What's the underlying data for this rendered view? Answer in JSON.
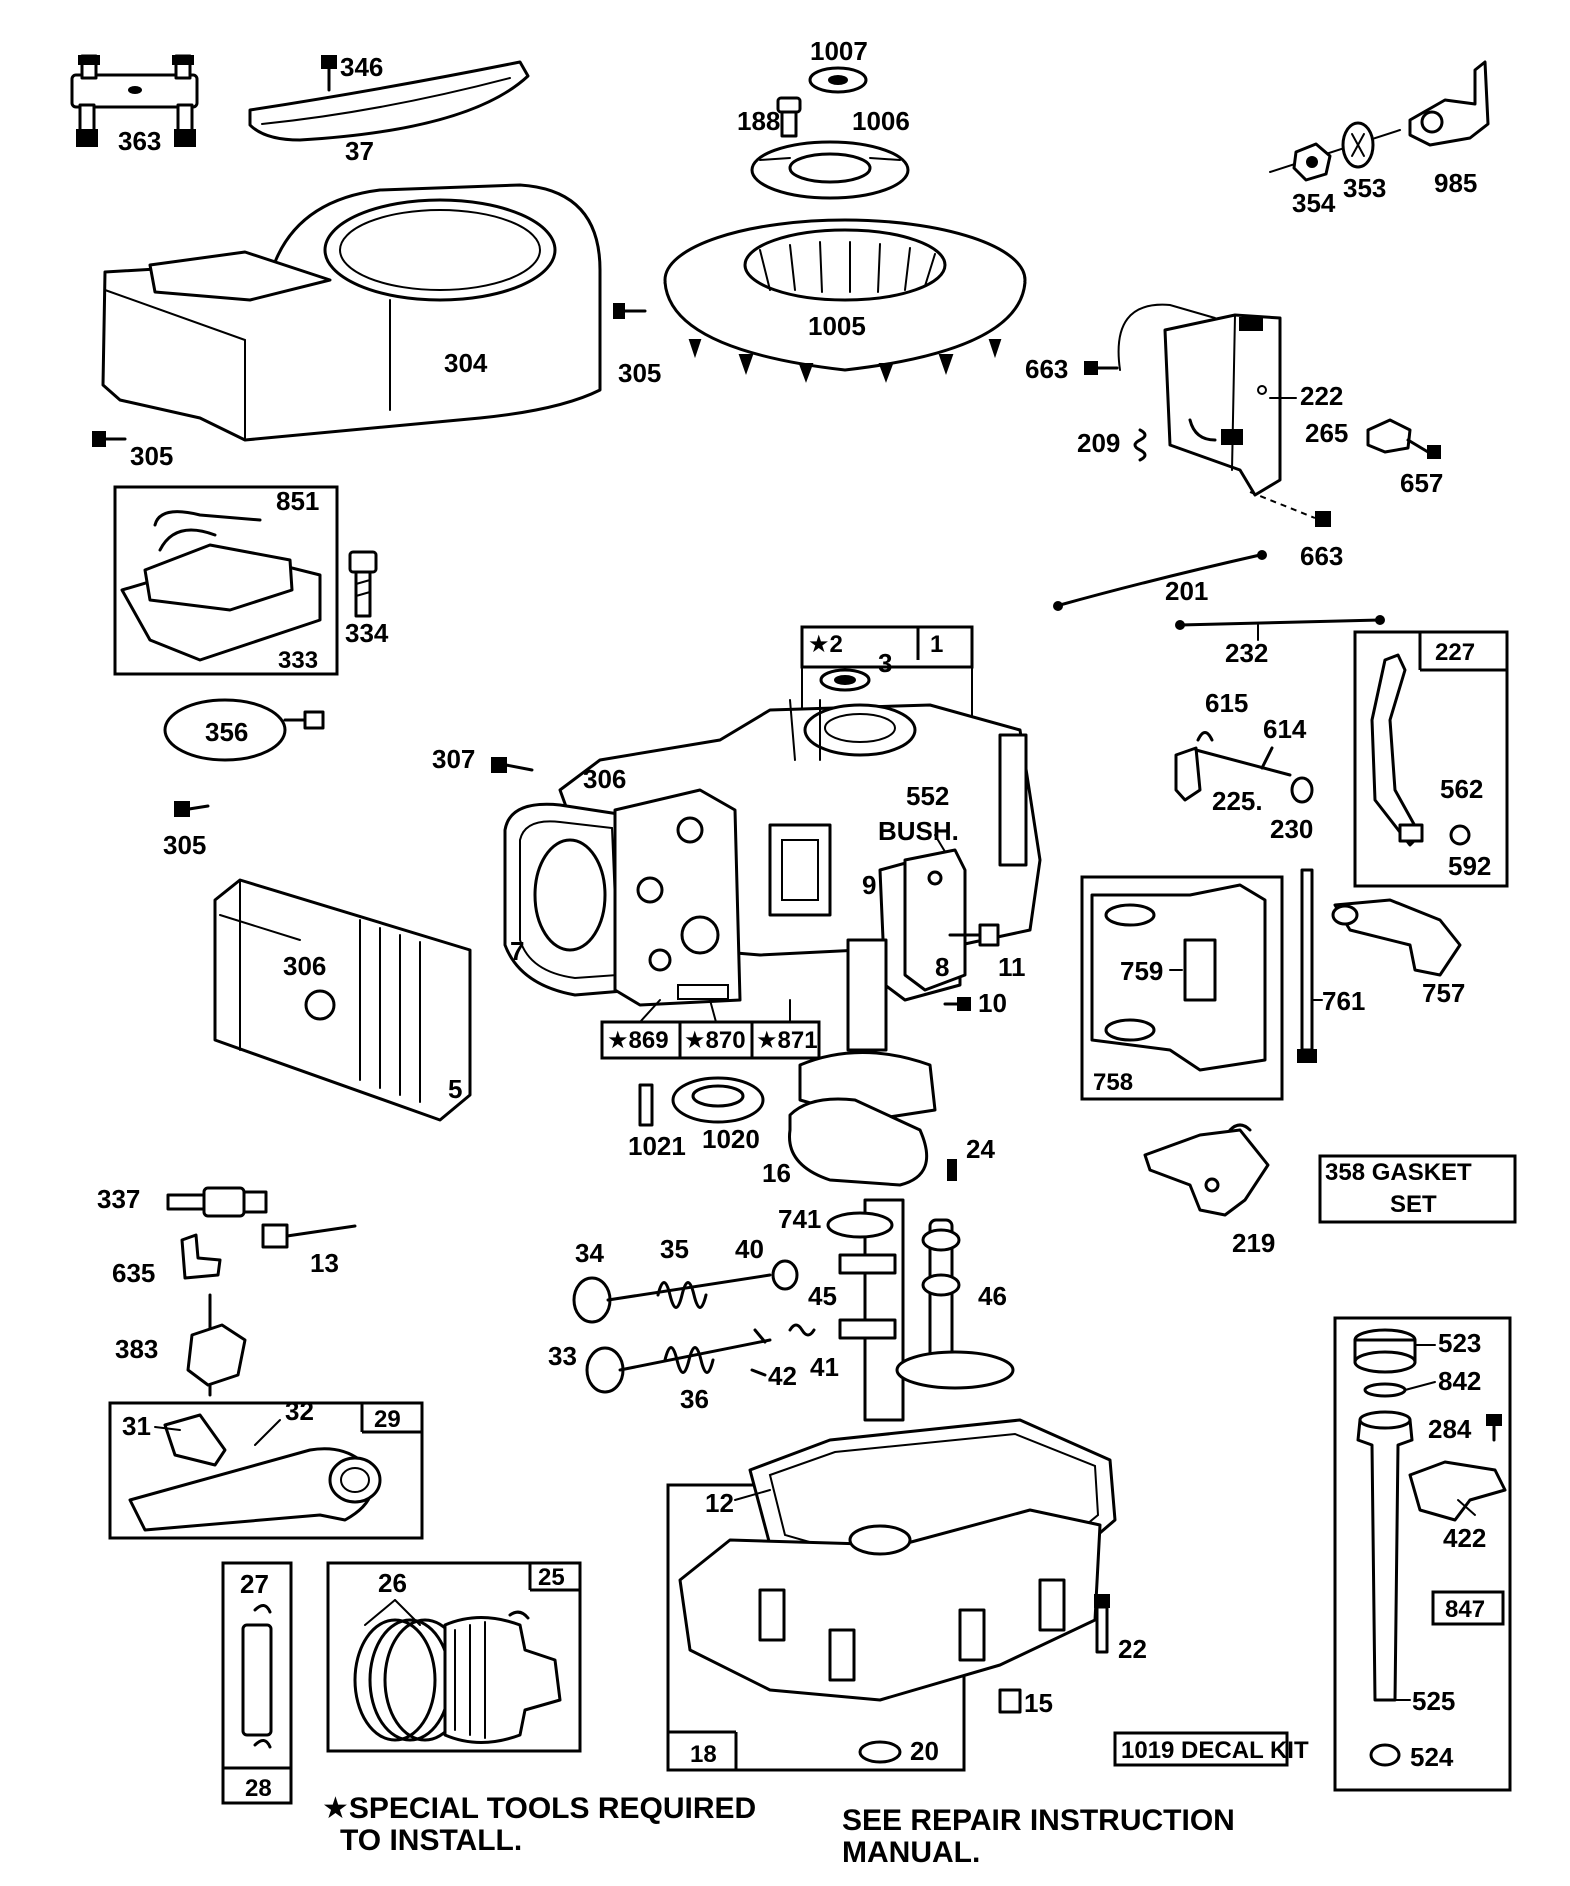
{
  "part_labels": {
    "p363": "363",
    "p346": "346",
    "p37": "37",
    "p1007": "1007",
    "p188": "188",
    "p1006": "1006",
    "p354": "354",
    "p353": "353",
    "p985": "985",
    "p304": "304",
    "p305a": "305",
    "p305b": "305",
    "p1005": "1005",
    "p663a": "663",
    "p222": "222",
    "p209": "209",
    "p265": "265",
    "p657": "657",
    "p663b": "663",
    "p851": "851",
    "p334": "334",
    "p201": "201",
    "p232": "232",
    "p356": "356",
    "p3": "3",
    "p615": "615",
    "p614": "614",
    "p562": "562",
    "p225": "225.",
    "p230": "230",
    "p592": "592",
    "p307": "307",
    "p306a": "306",
    "p552": "552",
    "p_bush": "BUSH.",
    "p305c": "305",
    "p9": "9",
    "p7": "7",
    "p8": "8",
    "p11": "11",
    "p10": "10",
    "p759": "759",
    "p761": "761",
    "p757": "757",
    "p306b": "306",
    "p5": "5",
    "p1021": "1021",
    "p1020": "1020",
    "p16": "16",
    "p24": "24",
    "p219": "219",
    "p337": "337",
    "p13": "13",
    "p635": "635",
    "p741": "741",
    "p34": "34",
    "p35": "35",
    "p40": "40",
    "p45": "45",
    "p46": "46",
    "p383": "383",
    "p33": "33",
    "p42": "42",
    "p41": "41",
    "p36": "36",
    "p523": "523",
    "p842": "842",
    "p284": "284",
    "p31": "31",
    "p32": "32",
    "p12": "12",
    "p422": "422",
    "p27": "27",
    "p26": "26",
    "p22": "22",
    "p15": "15",
    "p20": "20",
    "p525": "525",
    "p524": "524"
  },
  "box_labels": {
    "b333": "333",
    "b2": "★2",
    "b1": "1",
    "b227": "227",
    "b869": "★869",
    "b870": "★870",
    "b871": "★871",
    "b758": "758",
    "b29": "29",
    "b25": "25",
    "b28": "28",
    "b18": "18",
    "b847": "847",
    "b1019": "1019 DECAL KIT"
  },
  "gasket_set": {
    "line1": "358 GASKET",
    "line2": "SET"
  },
  "notes": {
    "special_tools_line1": "★SPECIAL TOOLS REQUIRED",
    "special_tools_line2": "TO INSTALL.",
    "repair_line1": "SEE REPAIR INSTRUCTION",
    "repair_line2": "MANUAL."
  }
}
